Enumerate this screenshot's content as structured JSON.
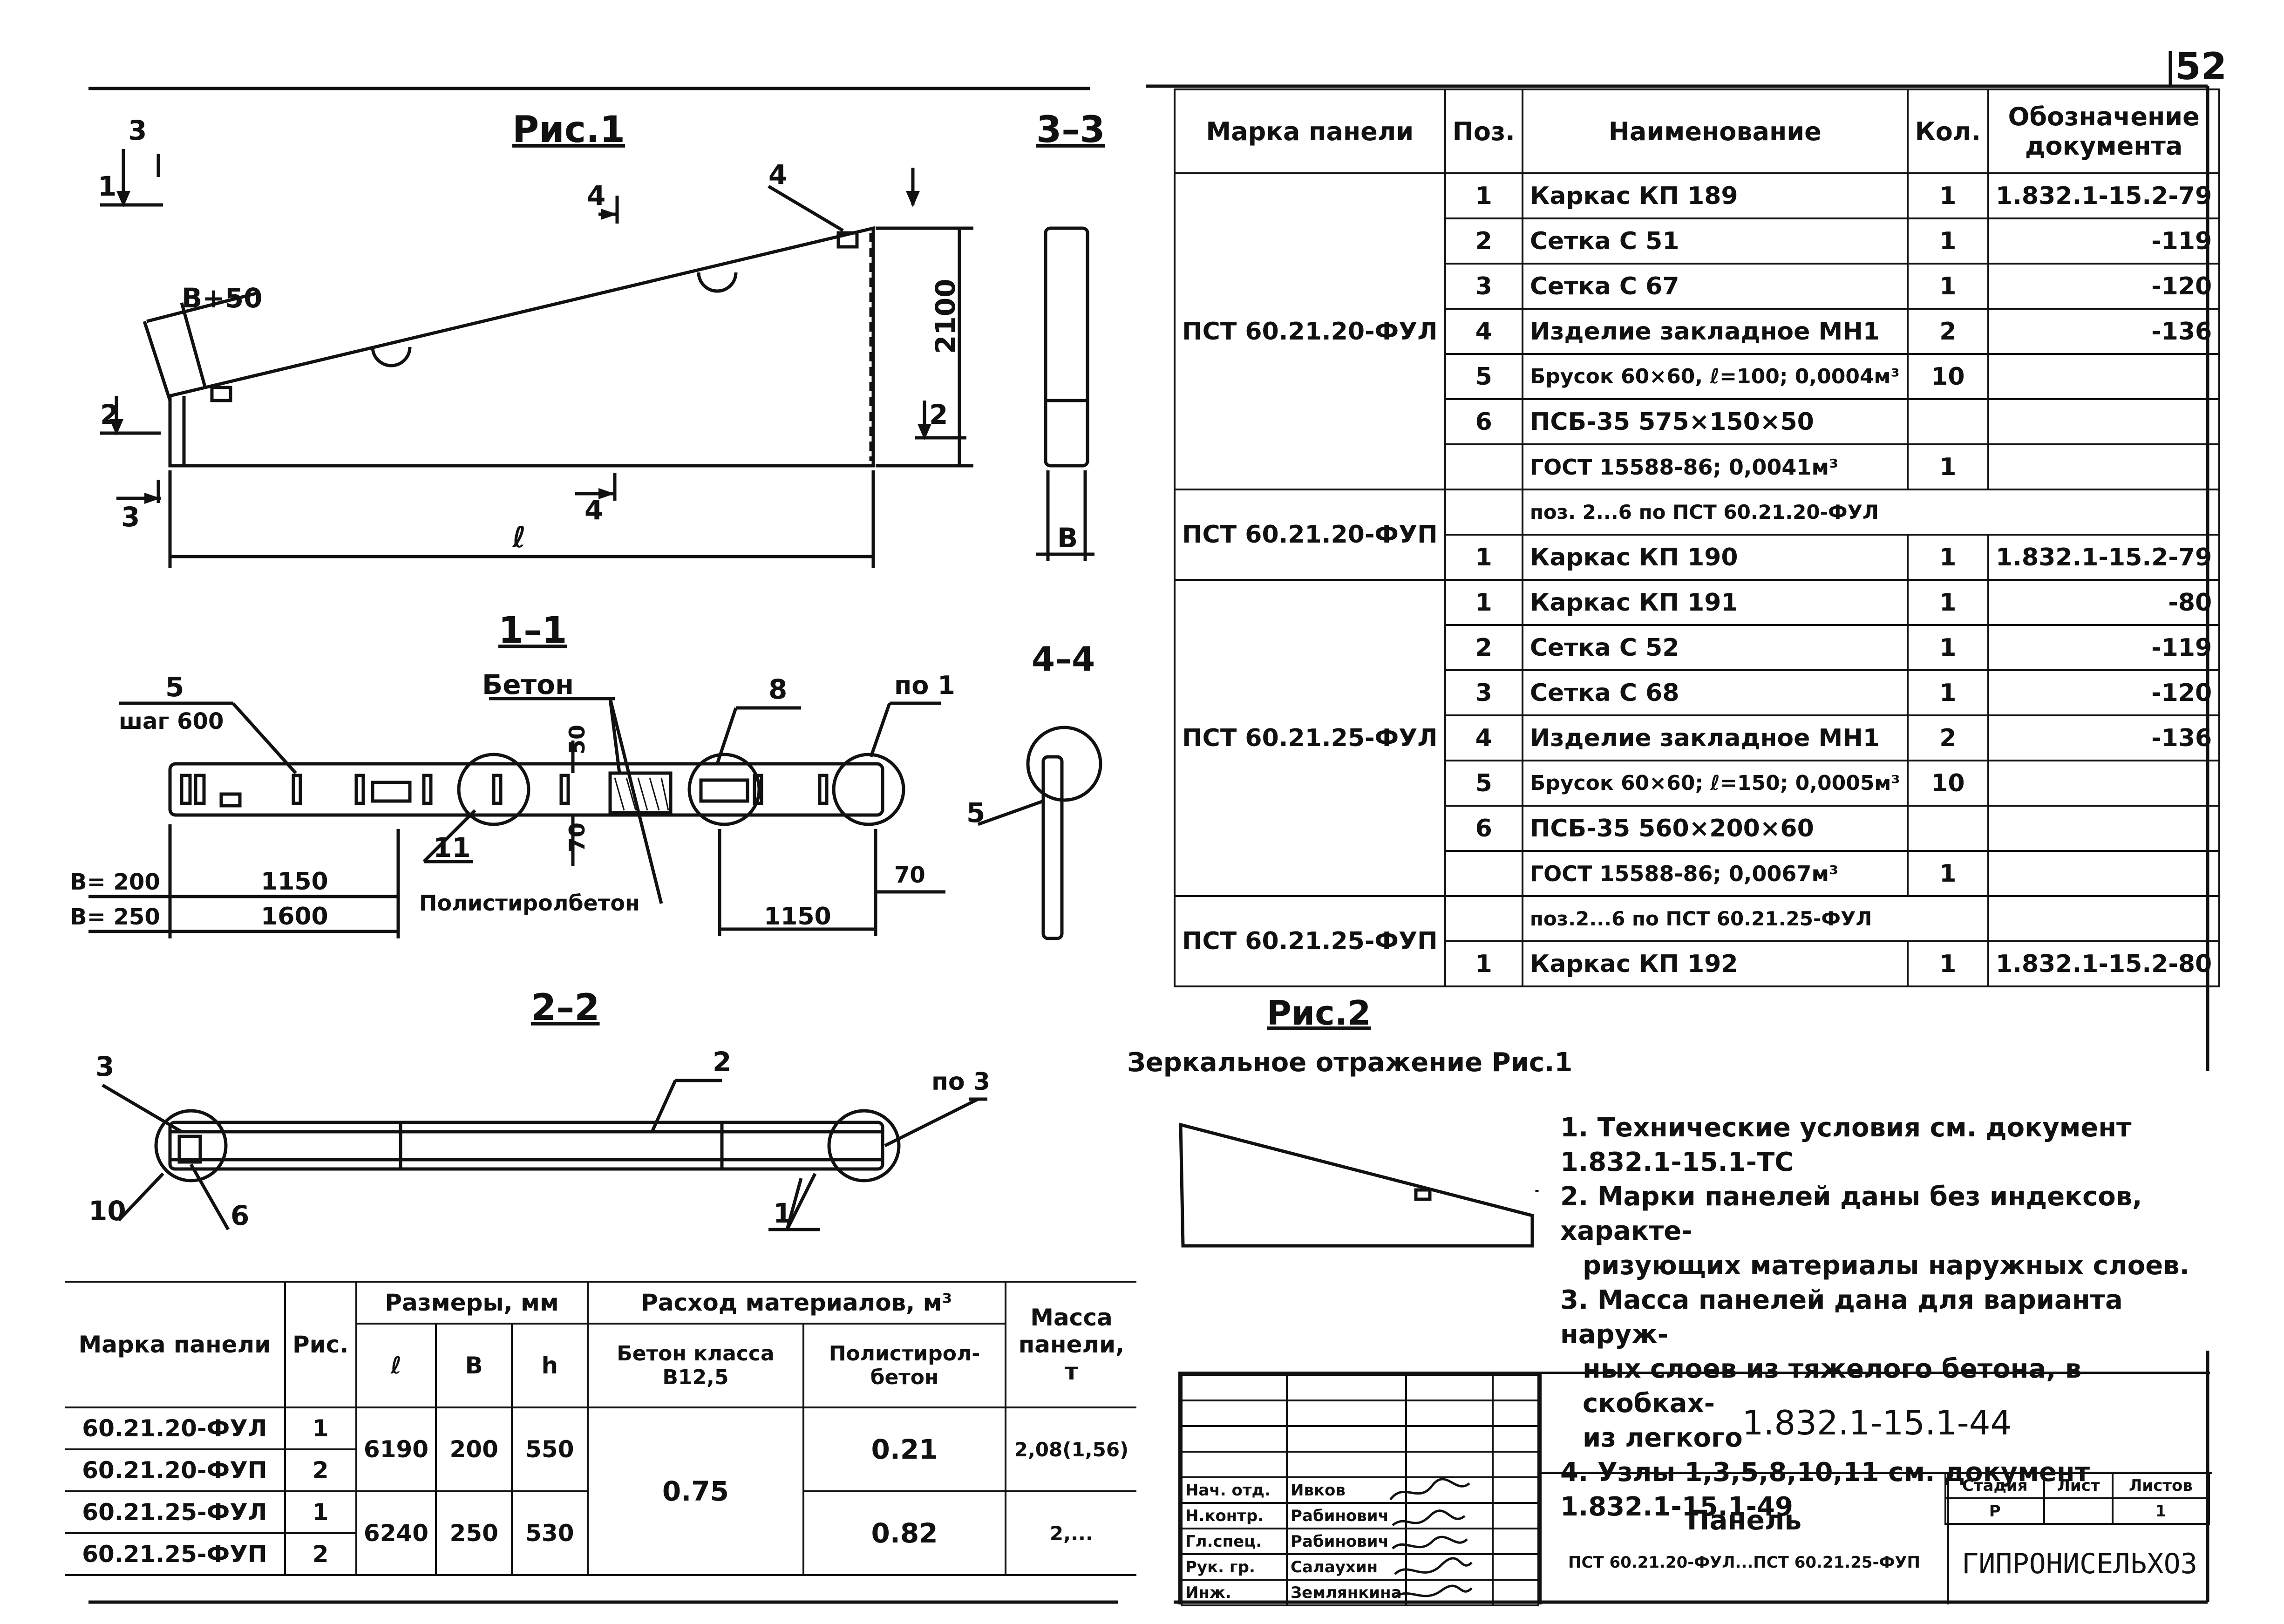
{
  "page_number": "52",
  "fig1": {
    "title": "Рис.1",
    "section_3_3": "3–3",
    "section_1_1": "1–1",
    "section_2_2": "2–2",
    "section_4_4": "4–4",
    "dim_b50": "B+50",
    "dim_2100": "2100",
    "dim_l": "ℓ",
    "dim_b": "B",
    "cut_1": "1",
    "cut_2": "2",
    "cut_3": "3",
    "cut_4": "4",
    "pos_4": "4",
    "pos_5": "5",
    "pos_8": "8",
    "pos_11": "11",
    "pos_2": "2",
    "pos_3": "3",
    "pos_10": "10",
    "pos_6": "6",
    "pos_1": "1",
    "shag": "шаг 600",
    "beton": "Бетон",
    "po1": "по 1",
    "po3": "по 3",
    "dim_50": "50",
    "dim_70": "70",
    "dim_70b": "70",
    "b200": "B= 200",
    "b250": "B= 250",
    "d1150a": "1150",
    "d1600": "1600",
    "d1150b": "1150",
    "polystyrol": "Полистиролбетон"
  },
  "fig2": {
    "title": "Рис.2",
    "caption": "Зеркальное отражение Рис.1"
  },
  "spec": {
    "headers": [
      "Марка панели",
      "Поз.",
      "Наименование",
      "Кол.",
      "Обозначение документа"
    ],
    "groups": [
      {
        "mark": "ПСТ 60.21.20-ФУЛ",
        "rows": [
          [
            "1",
            "Каркас КП 189",
            "1",
            "1.832.1-15.2-79"
          ],
          [
            "2",
            "Сетка С 51",
            "1",
            "-119"
          ],
          [
            "3",
            "Сетка С 67",
            "1",
            "-120"
          ],
          [
            "4",
            "Изделие закладное МН1",
            "2",
            "-136"
          ],
          [
            "5",
            "Брусок 60×60, ℓ=100; 0,0004м³",
            "10",
            ""
          ],
          [
            "6",
            "ПСБ-35 575×150×50",
            "",
            ""
          ],
          [
            "",
            "ГОСТ 15588-86; 0,0041м³",
            "1",
            ""
          ]
        ]
      },
      {
        "mark": "ПСТ 60.21.20-ФУП",
        "rows": [
          [
            "",
            "поз. 2...6 по ПСТ 60.21.20-ФУЛ",
            "",
            ""
          ],
          [
            "1",
            "Каркас КП 190",
            "1",
            "1.832.1-15.2-79"
          ]
        ]
      },
      {
        "mark": "ПСТ 60.21.25-ФУЛ",
        "rows": [
          [
            "1",
            "Каркас КП 191",
            "1",
            "-80"
          ],
          [
            "2",
            "Сетка С 52",
            "1",
            "-119"
          ],
          [
            "3",
            "Сетка С 68",
            "1",
            "-120"
          ],
          [
            "4",
            "Изделие закладное МН1",
            "2",
            "-136"
          ],
          [
            "5",
            "Брусок 60×60; ℓ=150; 0,0005м³",
            "10",
            ""
          ],
          [
            "6",
            "ПСБ-35 560×200×60",
            "",
            ""
          ],
          [
            "",
            "ГОСТ 15588-86; 0,0067м³",
            "1",
            ""
          ]
        ]
      },
      {
        "mark": "ПСТ 60.21.25-ФУП",
        "rows": [
          [
            "",
            "поз.2...6 по ПСТ 60.21.25-ФУЛ",
            "",
            ""
          ],
          [
            "1",
            "Каркас КП 192",
            "1",
            "1.832.1-15.2-80"
          ]
        ]
      }
    ]
  },
  "mass_table": {
    "h_mark": "Марка панели",
    "h_fig": "Рис.",
    "h_dims": "Размеры, мм",
    "h_l": "ℓ",
    "h_b": "B",
    "h_h": "h",
    "h_mat": "Расход материалов, м³",
    "h_concrete": "Бетон класса В12,5",
    "h_poly": "Полистирол-бетон",
    "h_mass": "Масса панели, т",
    "rows": [
      {
        "mark": "60.21.20-ФУЛ",
        "fig": "1"
      },
      {
        "mark": "60.21.20-ФУП",
        "fig": "2"
      },
      {
        "mark": "60.21.25-ФУЛ",
        "fig": "1"
      },
      {
        "mark": "60.21.25-ФУП",
        "fig": "2"
      }
    ],
    "g1": {
      "l": "6190",
      "b": "200",
      "h": "550",
      "poly": "0.21",
      "mass": "2,08(1,56)"
    },
    "g2": {
      "l": "6240",
      "b": "250",
      "h": "530",
      "poly": "0.82",
      "mass": "2,..."
    },
    "concrete": "0.75"
  },
  "notes": [
    "1. Технические условия см. документ 1.832.1-15.1-ТС",
    "2. Марки панелей даны без индексов, характе-",
    "ризующих материалы наружных слоев.",
    "3. Масса панелей дана для варианта наруж-",
    "ных слоев из тяжелого бетона, в скобках-",
    "из легкого",
    "4. Узлы 1,3,5,8,10,11 см. документ 1.832.1-15.1-49"
  ],
  "title_block": {
    "doc": "1.832.1-15.1-44",
    "name": "Панель",
    "sub": "ПСТ 60.21.20-ФУЛ...ПСТ 60.21.25-ФУП",
    "stage_h": "Стадия",
    "sheet_h": "Лист",
    "sheets_h": "Листов",
    "stage": "Р",
    "sheets": "1",
    "org": "ГИПРОНИСЕЛЬХОЗ",
    "roles": [
      "Нач. отд.",
      "Н.контр.",
      "Гл.спец.",
      "Рук. гр.",
      "Инж."
    ],
    "names": [
      "Ивков",
      "Рабинович",
      "Рабинович",
      "Салаухин",
      "Землянкина"
    ]
  }
}
